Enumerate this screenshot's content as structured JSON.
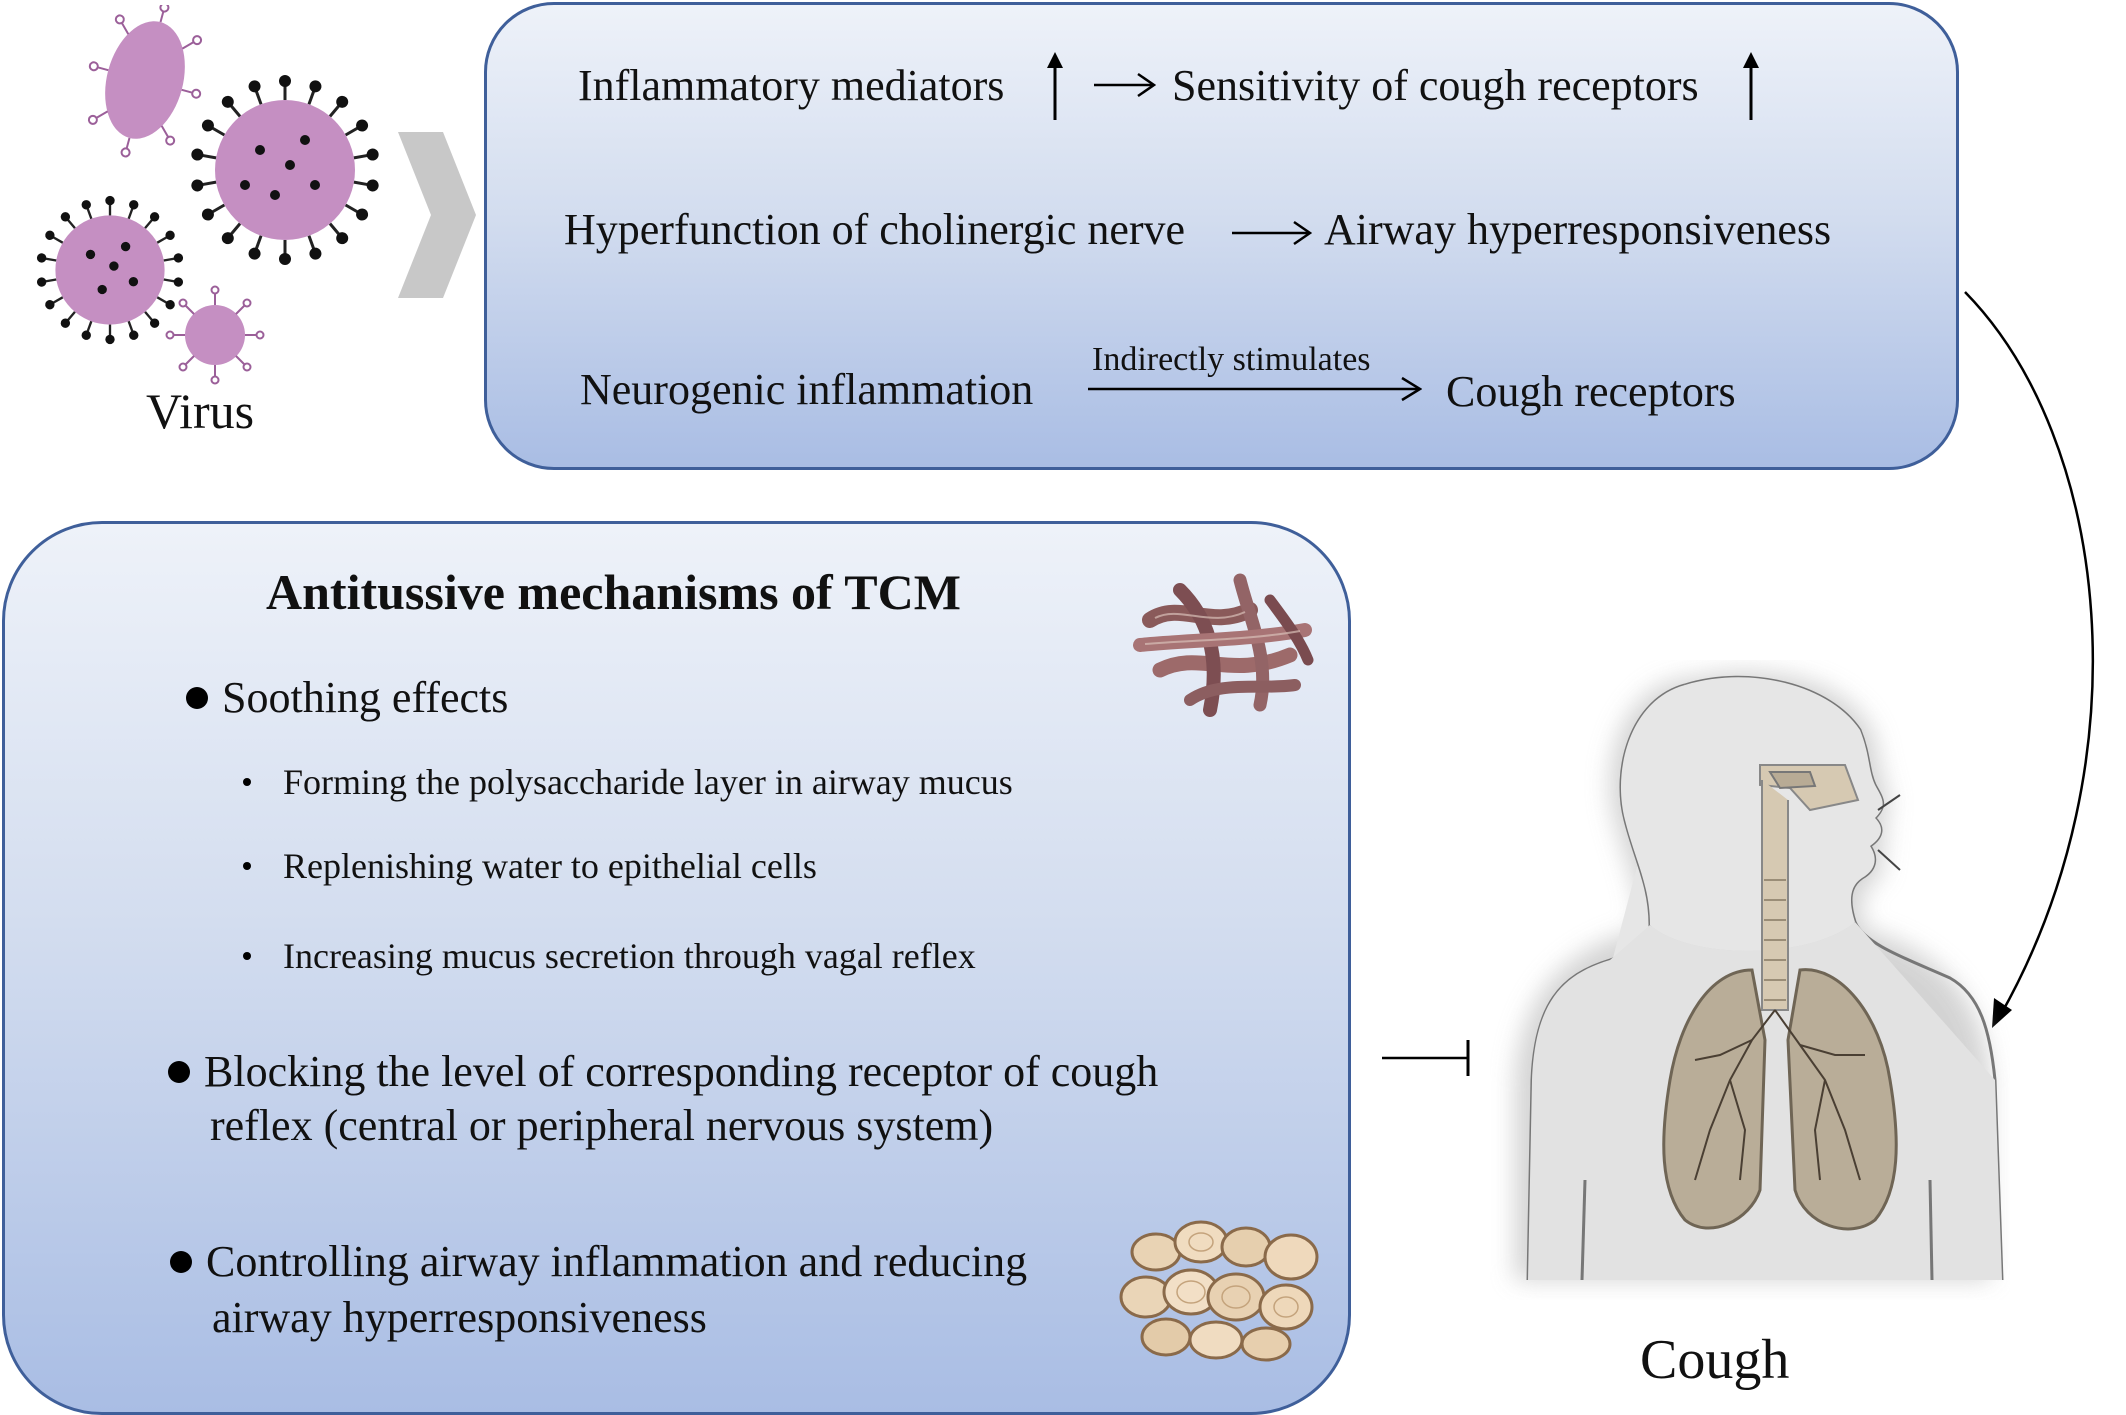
{
  "virus": {
    "label": "Virus"
  },
  "pathway": {
    "row1_left": "Inflammatory mediators",
    "row1_right": "Sensitivity of cough receptors",
    "row2_left": "Hyperfunction of cholinergic nerve",
    "row2_right": "Airway hyperresponsiveness",
    "row3_left": "Neurogenic inflammation",
    "row3_arrow_label": "Indirectly stimulates",
    "row3_right": "Cough receptors"
  },
  "mechanisms": {
    "title": "Antitussive mechanisms of TCM",
    "item1": "Soothing effects",
    "sub1": "Forming the polysaccharide layer in airway mucus",
    "sub2": "Replenishing water to epithelial cells",
    "sub3": "Increasing mucus secretion through vagal reflex",
    "item2_line1": "Blocking the level of corresponding receptor of cough",
    "item2_line2": "reflex (central or peripheral nervous system)",
    "item3_line1": "Controlling airway inflammation and reducing",
    "item3_line2": "airway hyperresponsiveness"
  },
  "cough": {
    "label": "Cough"
  },
  "colors": {
    "box_border": "#3f5f9a",
    "virus_body": "#c58fc2",
    "lung": "#b9ad98"
  },
  "icons": [
    "virus-icon",
    "chevron-right-icon",
    "herb-roots-icon",
    "herb-slices-icon",
    "human-respiratory-icon"
  ]
}
